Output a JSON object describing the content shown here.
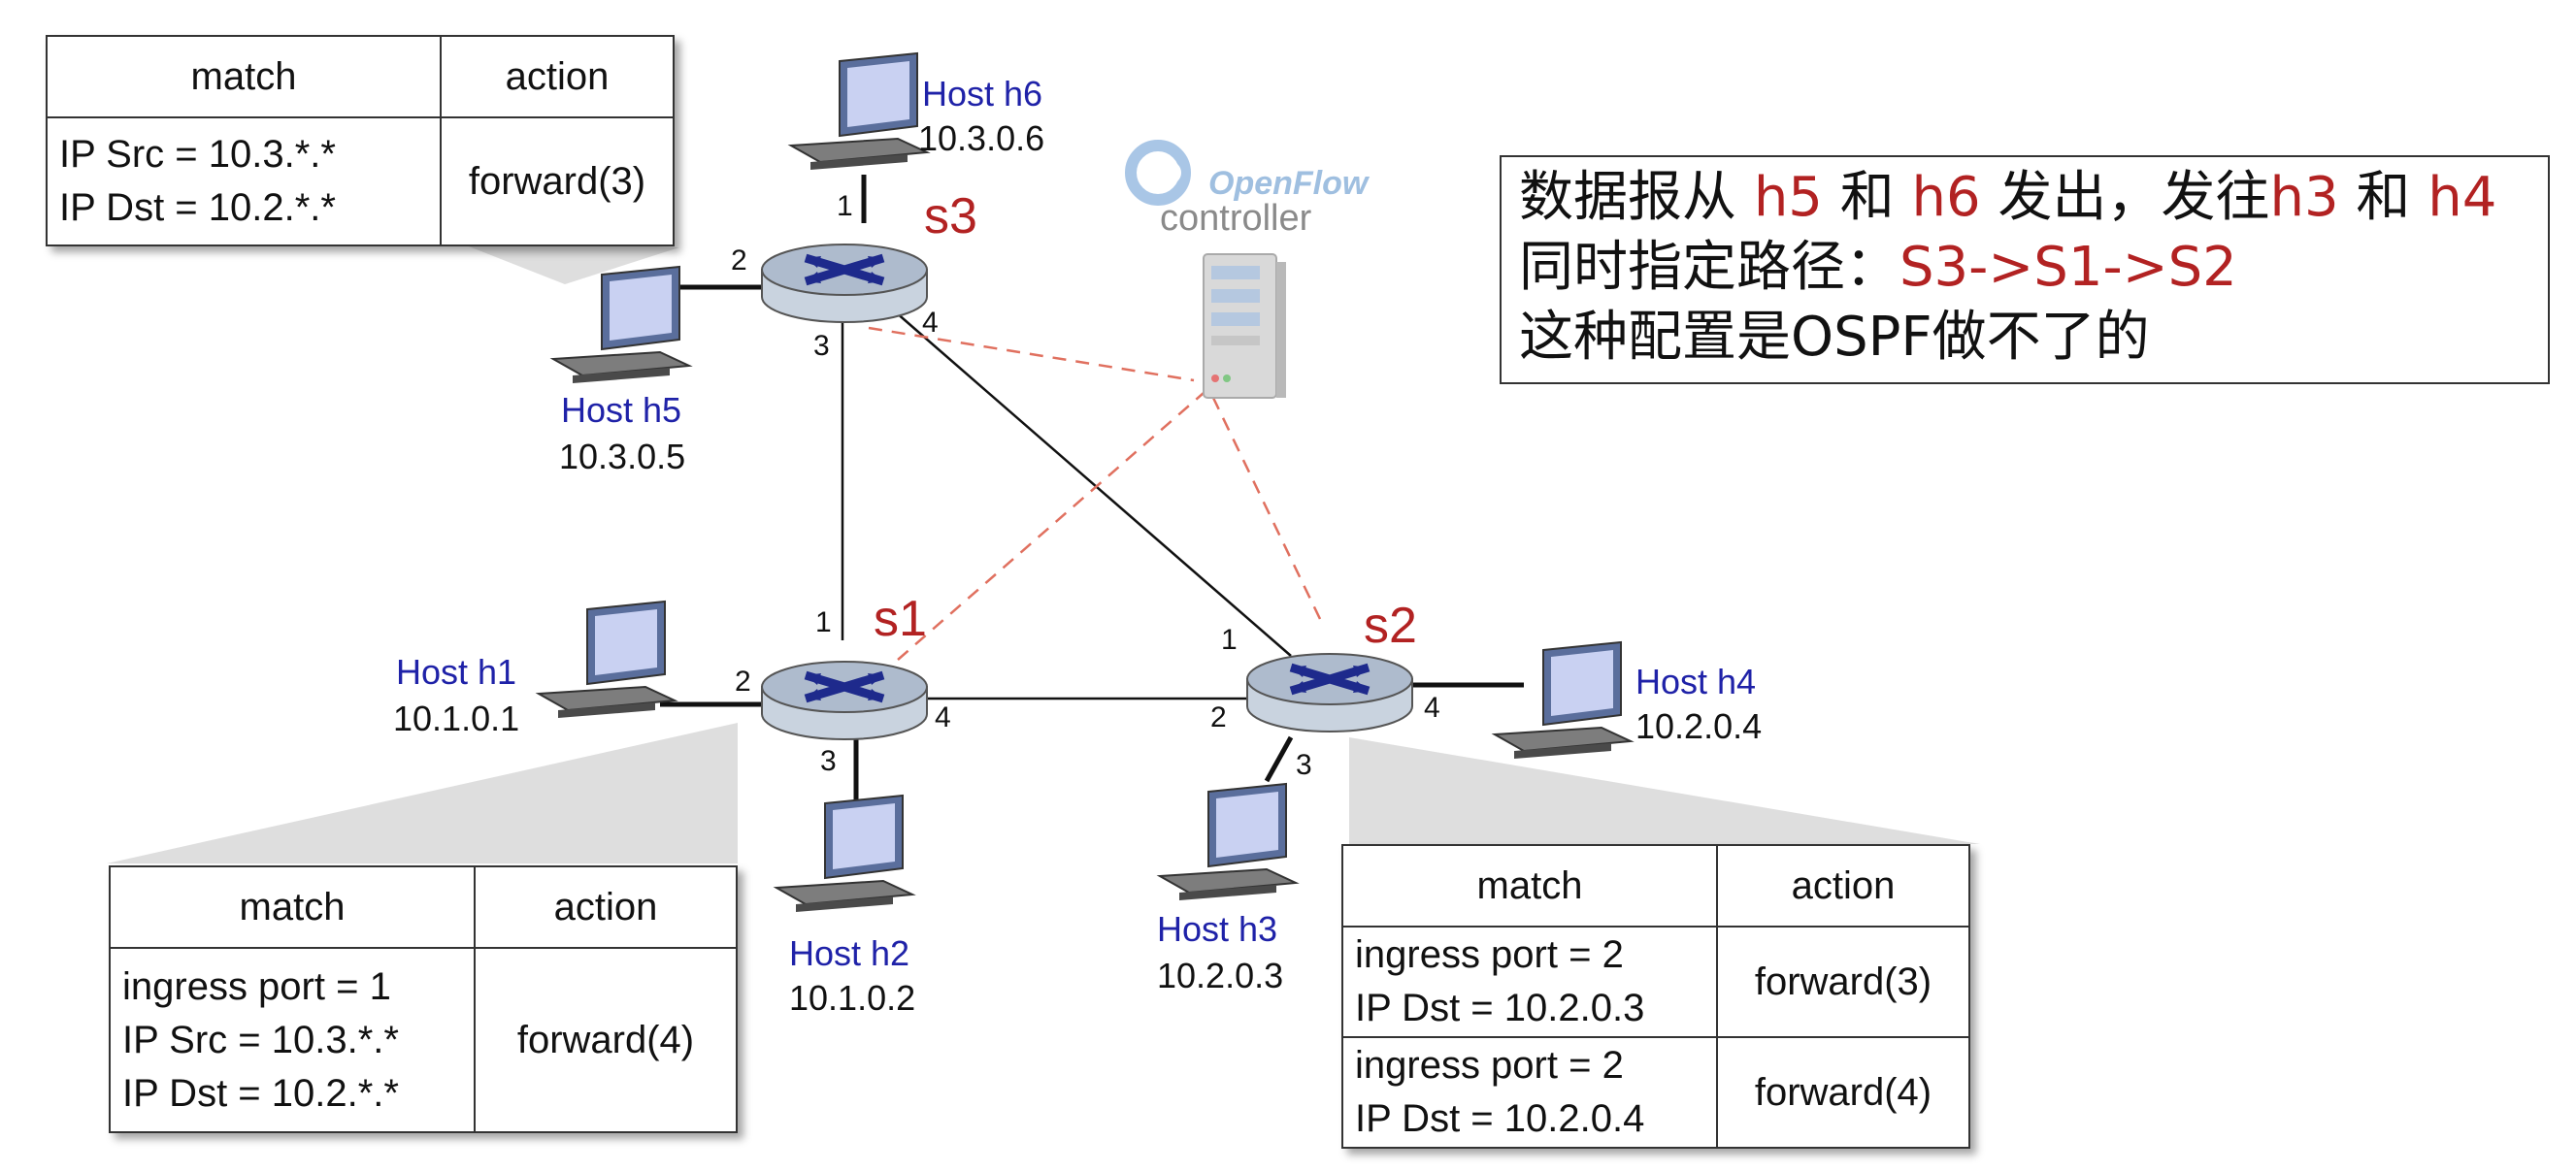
{
  "note": {
    "line1": [
      {
        "t": "数据报从 ",
        "c": "black"
      },
      {
        "t": "h5",
        "c": "red"
      },
      {
        "t": " 和 ",
        "c": "black"
      },
      {
        "t": "h6",
        "c": "red"
      },
      {
        "t": " 发出，发往",
        "c": "black"
      },
      {
        "t": "h3",
        "c": "red"
      },
      {
        "t": " 和 ",
        "c": "black"
      },
      {
        "t": "h4",
        "c": "red"
      }
    ],
    "line2": [
      {
        "t": "同时指定路径：",
        "c": "black"
      },
      {
        "t": "S3->S1->S2",
        "c": "red"
      }
    ],
    "line3": [
      {
        "t": "这种配置是OSPF做不了的",
        "c": "black"
      }
    ]
  },
  "controller": {
    "brand": "OpenFlow",
    "label": "controller"
  },
  "switches": {
    "s1": "s1",
    "s2": "s2",
    "s3": "s3"
  },
  "hosts": {
    "h1": {
      "name": "Host h1",
      "ip": "10.1.0.1"
    },
    "h2": {
      "name": "Host h2",
      "ip": "10.1.0.2"
    },
    "h3": {
      "name": "Host h3",
      "ip": "10.2.0.3"
    },
    "h4": {
      "name": "Host h4",
      "ip": "10.2.0.4"
    },
    "h5": {
      "name": "Host h5",
      "ip": "10.3.0.5"
    },
    "h6": {
      "name": "Host h6",
      "ip": "10.3.0.6"
    }
  },
  "tables": {
    "s3": {
      "headers": [
        "match",
        "action"
      ],
      "rows": [
        {
          "match": [
            "IP Src = 10.3.*.*",
            "IP Dst = 10.2.*.*"
          ],
          "action": "forward(3)"
        }
      ]
    },
    "s1": {
      "headers": [
        "match",
        "action"
      ],
      "rows": [
        {
          "match": [
            "ingress port = 1",
            "IP Src = 10.3.*.*",
            "IP Dst = 10.2.*.*"
          ],
          "action": "forward(4)"
        }
      ]
    },
    "s2": {
      "headers": [
        "match",
        "action"
      ],
      "rows": [
        {
          "match": [
            "ingress port = 2",
            "IP Dst = 10.2.0.3"
          ],
          "action": "forward(3)"
        },
        {
          "match": [
            "ingress port = 2",
            "IP Dst = 10.2.0.4"
          ],
          "action": "forward(4)"
        }
      ]
    }
  },
  "colors": {
    "host_label": "#1f22a8",
    "switch_label": "#b22222",
    "highlight": "#b22222",
    "link": "#111111",
    "control_link": "#e0705f"
  }
}
